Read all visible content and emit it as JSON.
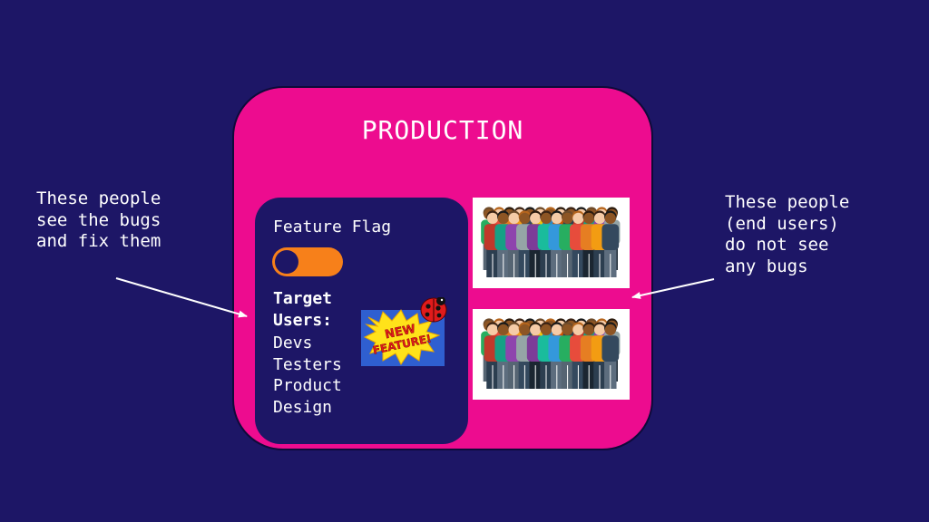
{
  "production": {
    "title": "PRODUCTION",
    "color": "#ed0c8f"
  },
  "feature_flag": {
    "title": "Feature Flag",
    "toggle_color": "#f7801a",
    "target_label": "Target Users:",
    "users": [
      "Devs",
      "Testers",
      "Product",
      "Design"
    ]
  },
  "badge": {
    "text_line1": "NEW",
    "text_line2": "FEATURE!",
    "bug_icon": "ladybug-icon"
  },
  "annotations": {
    "left": "These people\nsee the bugs\nand fix them",
    "right": "These people\n(end users)\ndo not see\nany bugs"
  },
  "colors": {
    "background": "#1d1666",
    "panel": "#1d1666",
    "arrow": "#ffffff"
  },
  "crowds": [
    {
      "name": "end-users-group-top",
      "icon": "crowd-illustration"
    },
    {
      "name": "end-users-group-bottom",
      "icon": "crowd-illustration"
    }
  ]
}
